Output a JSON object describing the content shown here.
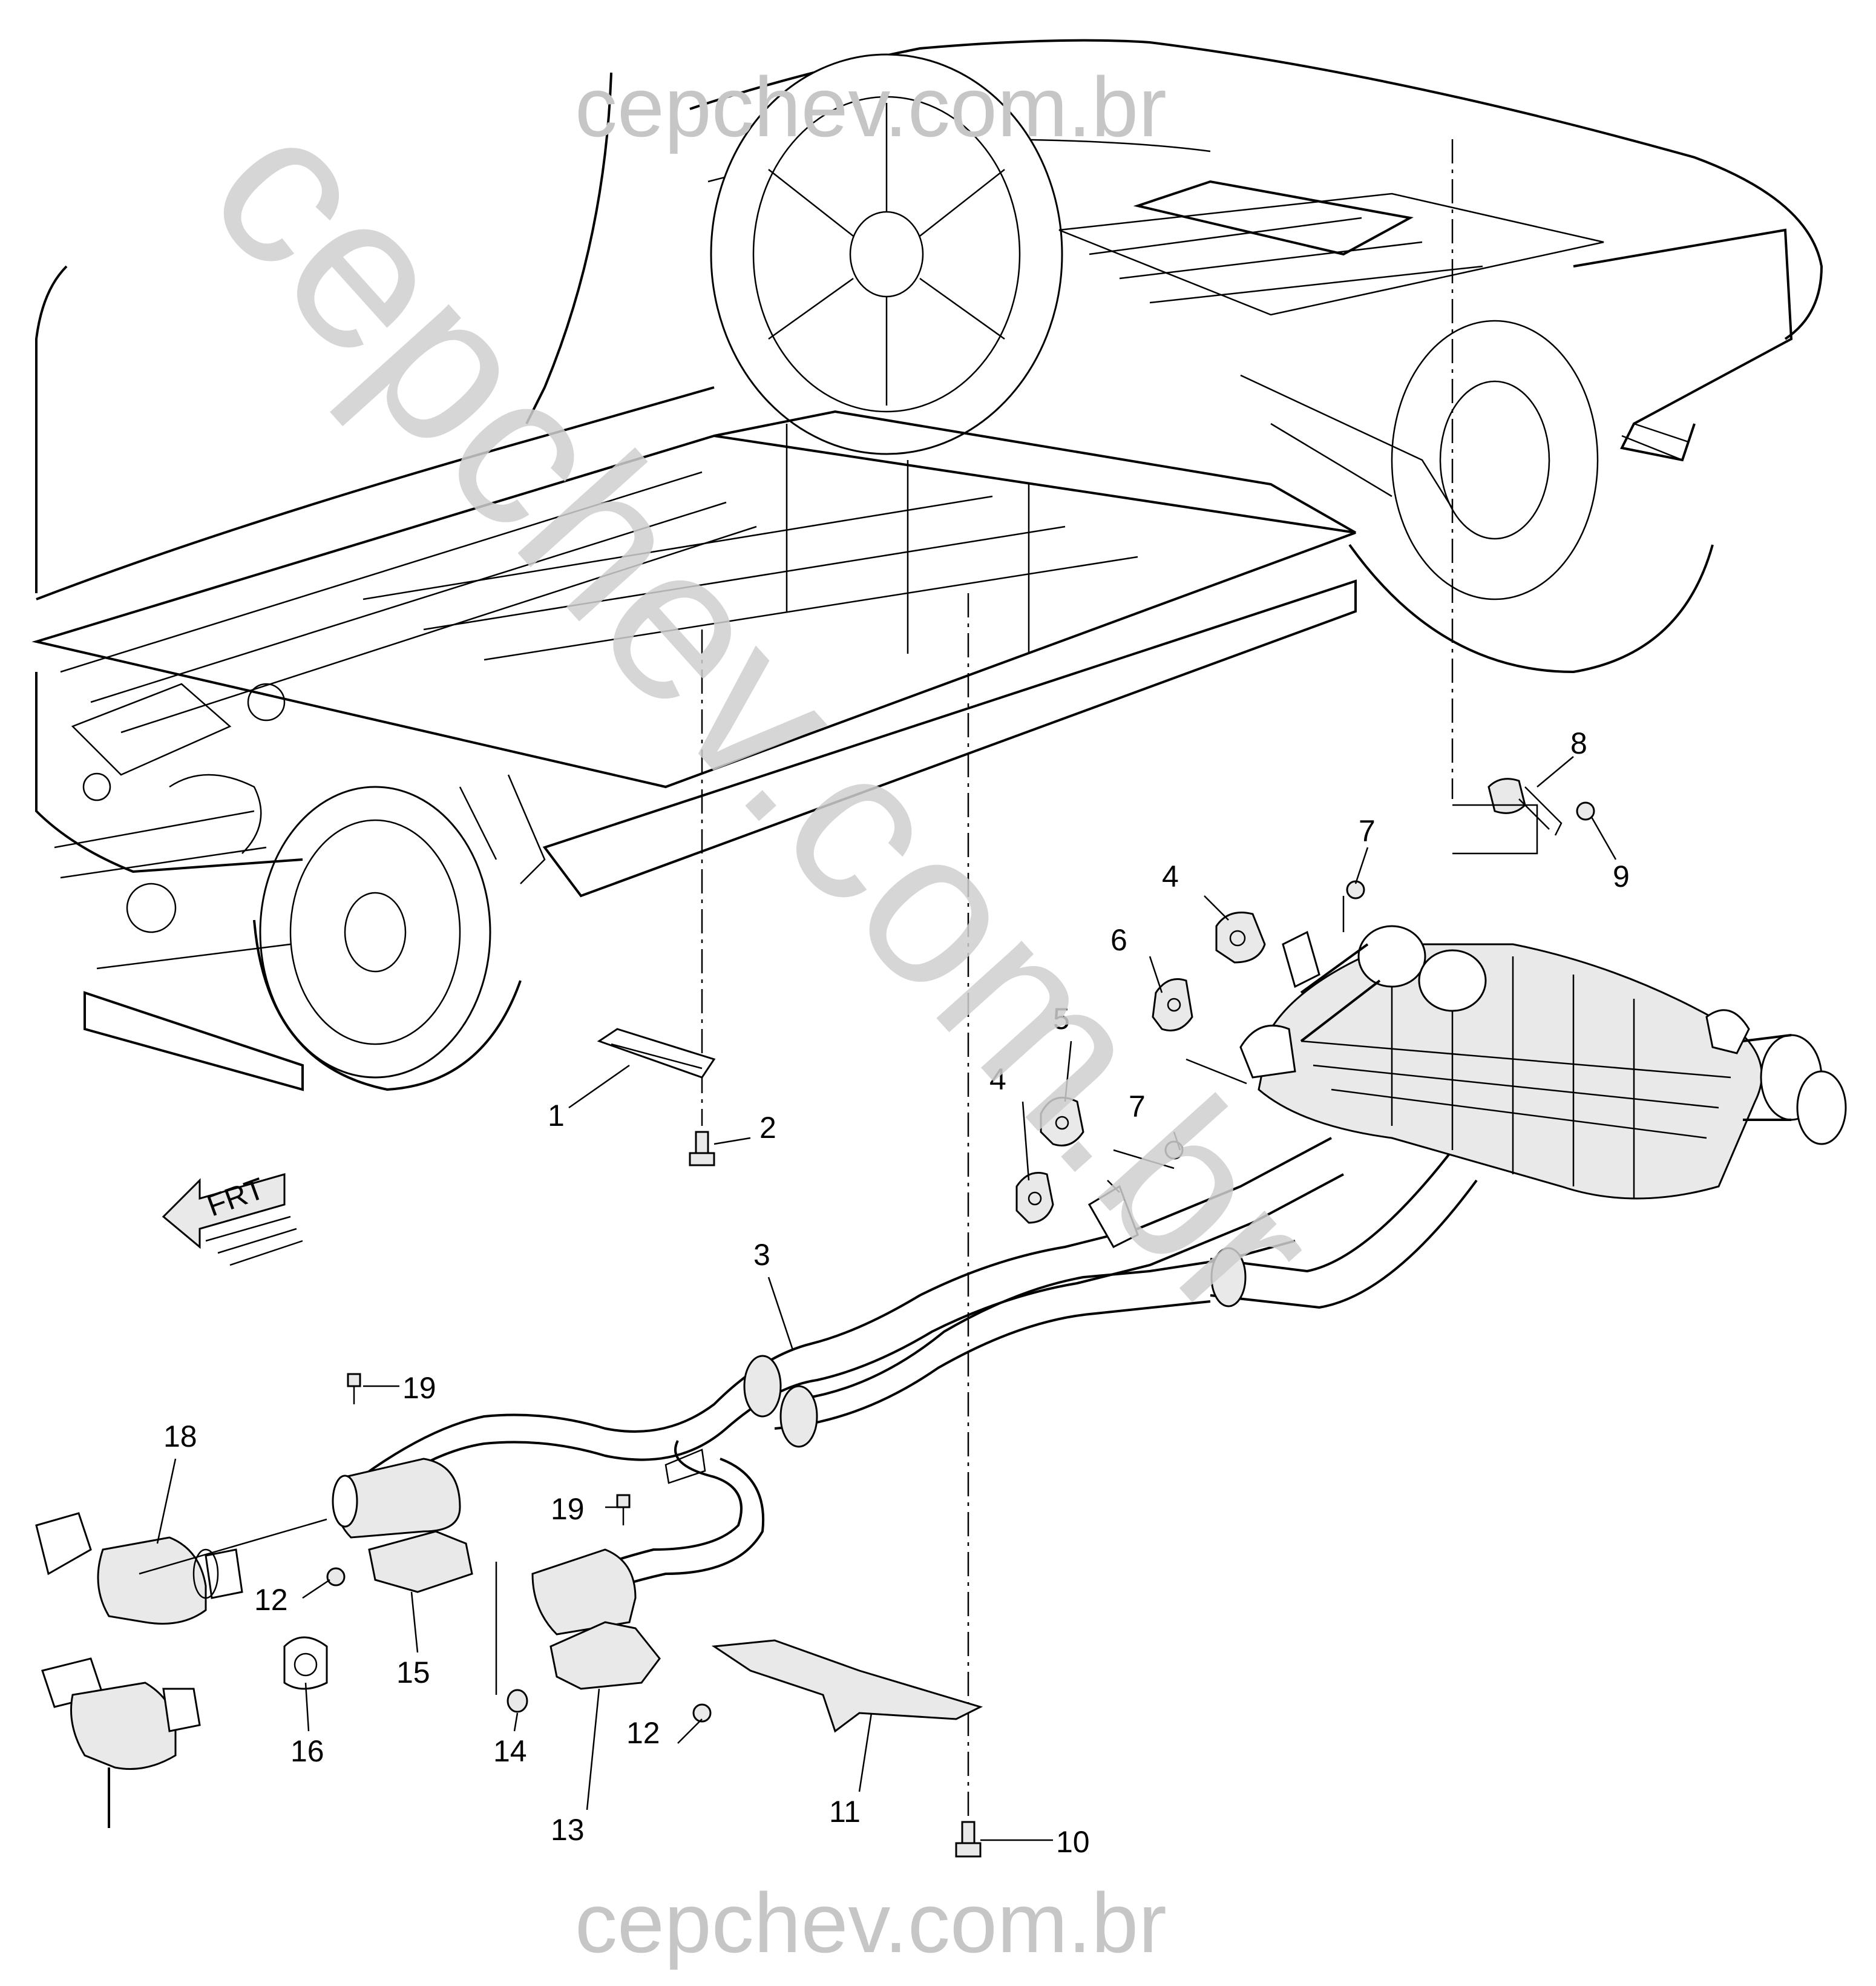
{
  "watermark": {
    "top": "cepchev.com.br",
    "bottom": "cepchev.com.br",
    "diagonal": "cepchev.com.br"
  },
  "direction_marker": {
    "label": "FRT",
    "icon": "front-arrow-icon"
  },
  "callouts": [
    {
      "id": "c1",
      "label": "1"
    },
    {
      "id": "c2",
      "label": "2"
    },
    {
      "id": "c3",
      "label": "3"
    },
    {
      "id": "c4a",
      "label": "4"
    },
    {
      "id": "c4b",
      "label": "4"
    },
    {
      "id": "c5",
      "label": "5"
    },
    {
      "id": "c6",
      "label": "6"
    },
    {
      "id": "c7a",
      "label": "7"
    },
    {
      "id": "c7b",
      "label": "7"
    },
    {
      "id": "c8",
      "label": "8"
    },
    {
      "id": "c9",
      "label": "9"
    },
    {
      "id": "c10",
      "label": "10"
    },
    {
      "id": "c11",
      "label": "11"
    },
    {
      "id": "c12a",
      "label": "12"
    },
    {
      "id": "c12b",
      "label": "12"
    },
    {
      "id": "c13",
      "label": "13"
    },
    {
      "id": "c14",
      "label": "14"
    },
    {
      "id": "c15",
      "label": "15"
    },
    {
      "id": "c16",
      "label": "16"
    },
    {
      "id": "c18",
      "label": "18"
    },
    {
      "id": "c19a",
      "label": "19"
    },
    {
      "id": "c19b",
      "label": "19"
    }
  ]
}
